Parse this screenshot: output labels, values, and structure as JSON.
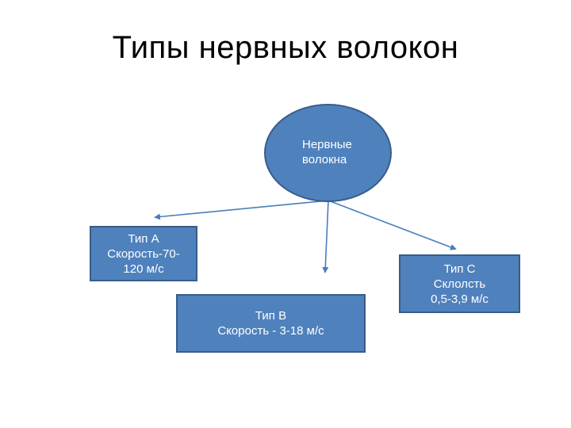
{
  "title": "Типы нервных волокон",
  "root": {
    "line1": "Нервные",
    "line2": "волокна"
  },
  "nodes": {
    "a": {
      "line1": "Тип А",
      "line2": "Скорость-70-",
      "line3": "120 м/с"
    },
    "b": {
      "line1": "Тип В",
      "line2": "Скорость - 3-18 м/с"
    },
    "c": {
      "line1": "Тип С",
      "line2": "Склолсть",
      "line3": "0,5-3,9 м/с"
    }
  },
  "colors": {
    "node_fill": "#4f81bd",
    "node_border": "#385d8a",
    "arrow": "#4a7ebb",
    "text": "#ffffff"
  }
}
